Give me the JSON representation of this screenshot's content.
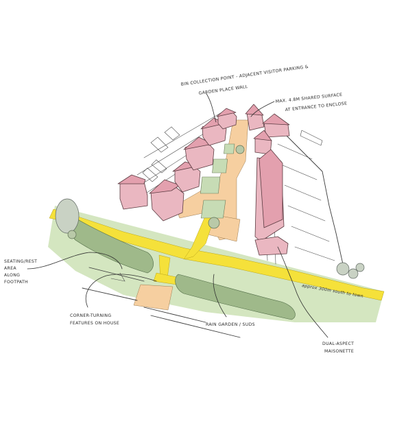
{
  "annotations": {
    "bin_collection_line1": "BIN COLLECTION POINT - ADJACENT VISITOR PARKING &",
    "bin_collection_line2": "GARDEN PLACE WALL",
    "shared_surface_line1": "MAX. 4.8m SHARED SURFACE",
    "shared_surface_line2": "AT ENTRANCE TO ENCLOSE",
    "seating_line1": "SEATING/REST",
    "seating_line2": "AREA",
    "seating_line3": "ALONG",
    "seating_line4": "FOOTPATH",
    "corner_line1": "CORNER-TURNING",
    "corner_line2": "FEATURES ON HOUSE",
    "rain_garden": "RAIN GARDEN / SUDS",
    "dual_aspect_line1": "DUAL-ASPECT",
    "dual_aspect_line2": "MAISONETTE",
    "route_note": "approx 300m south to town"
  },
  "colors": {
    "housing": "#eab7c1",
    "roof": "#e3a0ae",
    "footpath": "#f5e13a",
    "paving": "#f6cfa0",
    "open_space": "#d4e6c0",
    "hedge": "#9fb98a"
  }
}
